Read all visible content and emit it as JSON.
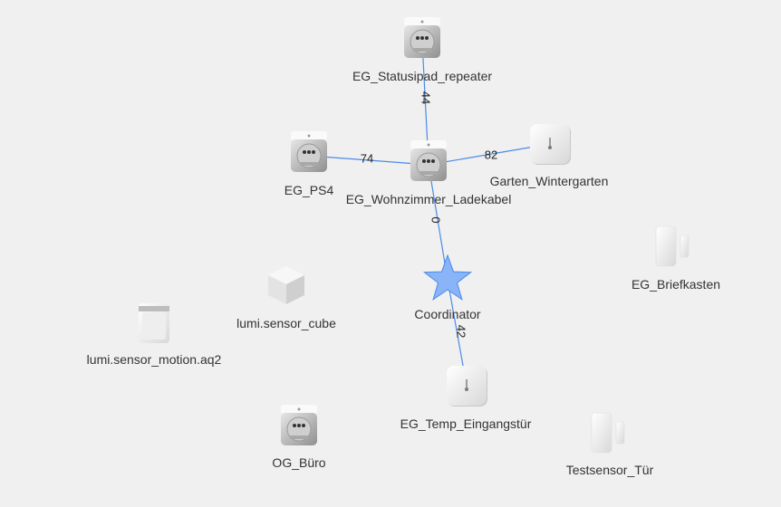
{
  "nodes": [
    {
      "id": "statusipad",
      "label": "EG_Statusipad_repeater",
      "icon": "smart-plug-icon"
    },
    {
      "id": "ps4",
      "label": "EG_PS4",
      "icon": "smart-plug-icon"
    },
    {
      "id": "wohnzimmer",
      "label": "EG_Wohnzimmer_Ladekabel",
      "icon": "smart-plug-icon"
    },
    {
      "id": "garten",
      "label": "Garten_Wintergarten",
      "icon": "temperature-sensor-icon"
    },
    {
      "id": "briefkasten",
      "label": "EG_Briefkasten",
      "icon": "door-sensor-icon"
    },
    {
      "id": "cube",
      "label": "lumi.sensor_cube",
      "icon": "cube-sensor-icon"
    },
    {
      "id": "coordinator",
      "label": "Coordinator",
      "icon": "coordinator-star-icon"
    },
    {
      "id": "motion",
      "label": "lumi.sensor_motion.aq2",
      "icon": "motion-sensor-icon"
    },
    {
      "id": "temp_eingang",
      "label": "EG_Temp_Eingangstür",
      "icon": "temperature-sensor-icon"
    },
    {
      "id": "buero",
      "label": "OG_Büro",
      "icon": "smart-plug-icon"
    },
    {
      "id": "testsensor",
      "label": "Testsensor_Tür",
      "icon": "door-sensor-icon"
    }
  ],
  "links": [
    {
      "from": "statusipad",
      "to": "wohnzimmer",
      "label": "44"
    },
    {
      "from": "ps4",
      "to": "wohnzimmer",
      "label": "74"
    },
    {
      "from": "wohnzimmer",
      "to": "garten",
      "label": "82"
    },
    {
      "from": "wohnzimmer",
      "to": "coordinator",
      "label": "0"
    },
    {
      "from": "coordinator",
      "to": "temp_eingang",
      "label": "42"
    }
  ],
  "colors": {
    "link": "#4a8be8",
    "star_fill": "#8ab4f8",
    "star_stroke": "#4a8be8",
    "background": "#f0f0f0"
  }
}
